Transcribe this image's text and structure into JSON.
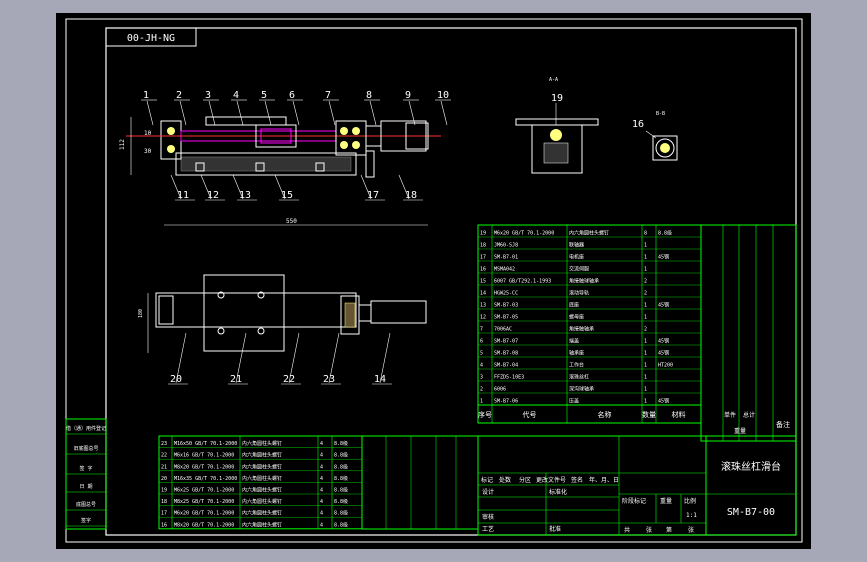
{
  "drawing": {
    "code_box": "00-JH-NG",
    "title": "滚珠丝杠滑台",
    "drawing_no": "SM-B7-00",
    "scale_value": "1:1"
  },
  "views": {
    "section_label_a": "A-A",
    "section_label_b": "B-B",
    "dim_height": "112",
    "dim_length": "550",
    "dim_width": "180",
    "small_dims": [
      "10",
      "30"
    ]
  },
  "balloons_top": [
    "1",
    "2",
    "3",
    "4",
    "5",
    "6",
    "7",
    "8",
    "9",
    "10"
  ],
  "balloons_bottom": [
    "11",
    "12",
    "13",
    "15",
    "17",
    "18"
  ],
  "balloon_19": "19",
  "balloon_16": "16",
  "balloons_plan": [
    "20",
    "21",
    "22",
    "23",
    "14"
  ],
  "parts_upper": [
    {
      "no": "19",
      "code": "M6x20 GB/T 70.1-2000",
      "name": "内六角圆柱头螺钉",
      "qty": "8",
      "mat": "8.8级"
    },
    {
      "no": "18",
      "code": "JM60-SJ8",
      "name": "联轴器",
      "qty": "1",
      "mat": ""
    },
    {
      "no": "17",
      "code": "SM-B7-01",
      "name": "电机座",
      "qty": "1",
      "mat": "45钢"
    },
    {
      "no": "16",
      "code": "MSMA042",
      "name": "交流伺服",
      "qty": "1",
      "mat": ""
    },
    {
      "no": "15",
      "code": "6007 GB/T292.1-1993",
      "name": "角接触球轴承",
      "qty": "2",
      "mat": ""
    },
    {
      "no": "14",
      "code": "HGW25-CC",
      "name": "滚动导轨",
      "qty": "2",
      "mat": ""
    },
    {
      "no": "13",
      "code": "SM-B7-03",
      "name": "底座",
      "qty": "1",
      "mat": "45钢"
    },
    {
      "no": "12",
      "code": "SM-B7-05",
      "name": "螺母座",
      "qty": "1",
      "mat": ""
    },
    {
      "no": "7",
      "code": "7006AC",
      "name": "角接触轴承",
      "qty": "2",
      "mat": ""
    },
    {
      "no": "6",
      "code": "SM-B7-07",
      "name": "端盖",
      "qty": "1",
      "mat": "45钢"
    },
    {
      "no": "5",
      "code": "SM-B7-08",
      "name": "轴承座",
      "qty": "1",
      "mat": "45钢"
    },
    {
      "no": "4",
      "code": "SM-B7-04",
      "name": "工作台",
      "qty": "1",
      "mat": "HT200"
    },
    {
      "no": "3",
      "code": "FFZD5-10E3",
      "name": "滚珠丝杠",
      "qty": "1",
      "mat": ""
    },
    {
      "no": "2",
      "code": "6006",
      "name": "深沟球轴承",
      "qty": "1",
      "mat": ""
    },
    {
      "no": "1",
      "code": "SM-B7-06",
      "name": "压盖",
      "qty": "1",
      "mat": "45钢"
    }
  ],
  "parts_lower": [
    {
      "no": "23",
      "code": "M16x50 GB/T 70.1-2000",
      "name": "内六角圆柱头螺钉",
      "qty": "4",
      "mat": "8.8级"
    },
    {
      "no": "22",
      "code": "M6x16 GB/T 70.1-2000",
      "name": "内六角圆柱头螺钉",
      "qty": "4",
      "mat": "8.8级"
    },
    {
      "no": "21",
      "code": "M8x20 GB/T 70.1-2000",
      "name": "内六角圆柱头螺钉",
      "qty": "4",
      "mat": "8.8级"
    },
    {
      "no": "20",
      "code": "M16x35 GB/T 70.1-2000",
      "name": "内六角圆柱头螺钉",
      "qty": "4",
      "mat": "8.8级"
    },
    {
      "no": "19",
      "code": "M6x25 GB/T 70.1-2000",
      "name": "内六角圆柱头螺钉",
      "qty": "4",
      "mat": "8.8级"
    },
    {
      "no": "18",
      "code": "M8x25 GB/T 70.1-2000",
      "name": "内六角圆柱头螺钉",
      "qty": "4",
      "mat": "8.8级"
    },
    {
      "no": "17",
      "code": "M6x20 GB/T 70.1-2000",
      "name": "内六角圆柱头螺钉",
      "qty": "4",
      "mat": "8.8级"
    },
    {
      "no": "16",
      "code": "M8x20 GB/T 70.1-2000",
      "name": "内六角圆柱头螺钉",
      "qty": "4",
      "mat": "8.8级"
    }
  ],
  "bom_header": {
    "no": "序号",
    "code": "代号",
    "name": "名称",
    "qty": "数量",
    "mat": "材料",
    "single": "单件",
    "total": "总计",
    "weight": "重量",
    "remark": "备注"
  },
  "title_block": {
    "mark": "标记",
    "count": "处数",
    "zone": "分区",
    "change_doc": "更改文件号",
    "sign": "签名",
    "date": "年、月、日",
    "design": "设计",
    "standardize": "标准化",
    "review": "审核",
    "process": "工艺",
    "approve": "批准",
    "stage_mark": "阶段标记",
    "weight": "重量",
    "scale": "比例",
    "total_sheets": "共",
    "sheets": "张",
    "sheet_no": "第",
    "sheet": "张"
  },
  "left_strip": [
    "借（通）用件登记",
    "旧底图总号",
    "签 字",
    "日 期",
    "底图总号",
    "签字"
  ],
  "colors": {
    "line": "#ffffff",
    "green": "#00ff00",
    "magenta": "#ff00ff",
    "red": "#ff3030",
    "yellow": "#ffff80",
    "cyan": "#00ffff"
  }
}
